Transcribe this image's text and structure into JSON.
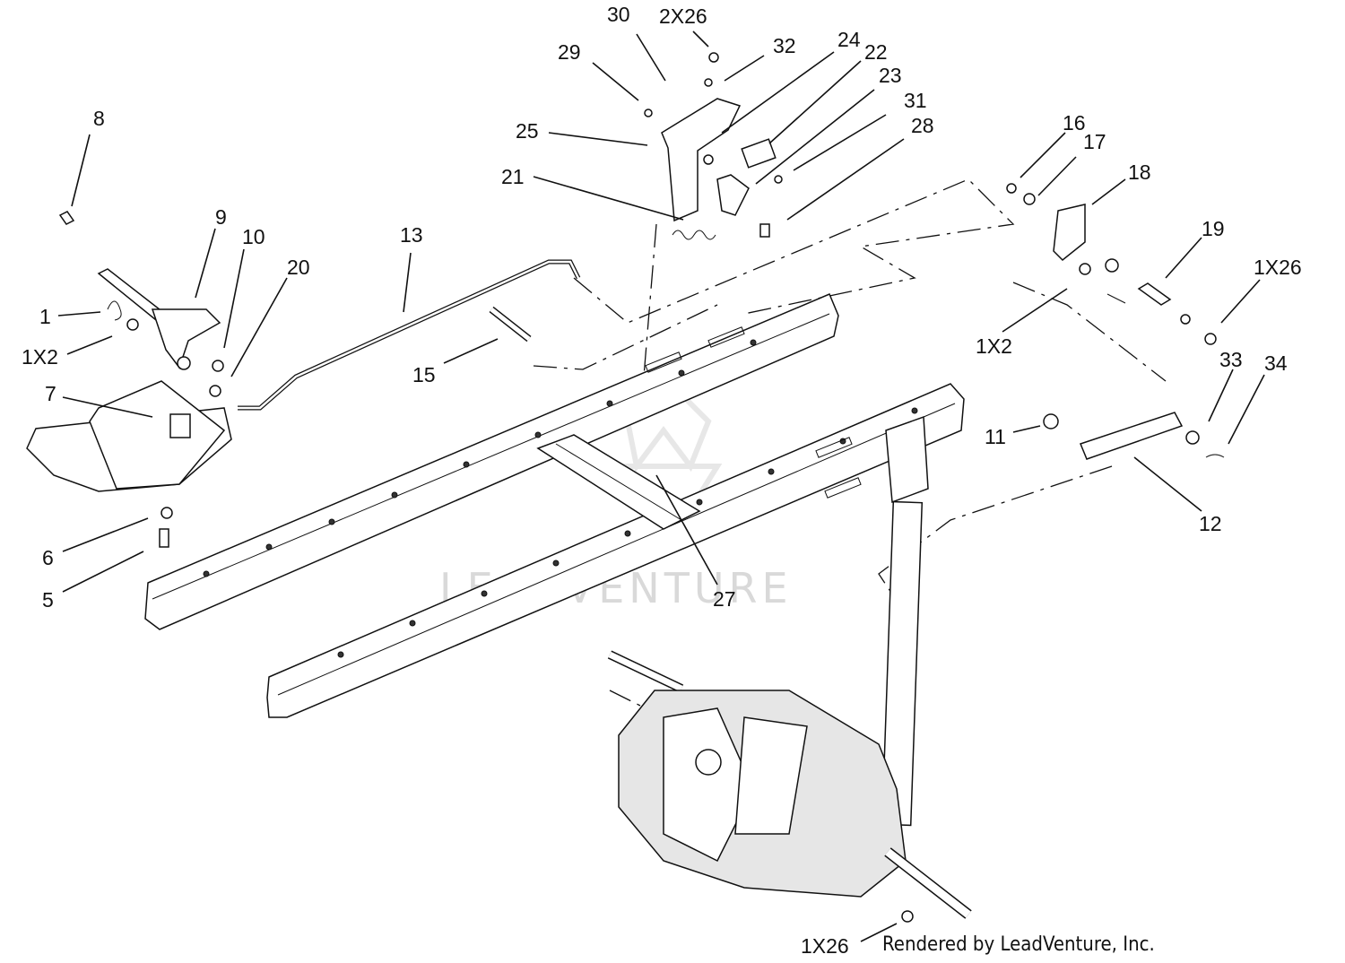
{
  "watermark": "LEADVENTURE",
  "credit": "Rendered by LeadVenture, Inc.",
  "callouts": {
    "c1": "1",
    "c1x2a": "1X2",
    "c5": "5",
    "c6": "6",
    "c7": "7",
    "c8": "8",
    "c9": "9",
    "c10": "10",
    "c11": "11",
    "c12": "12",
    "c13": "13",
    "c15": "15",
    "c16": "16",
    "c17": "17",
    "c18": "18",
    "c19": "19",
    "c1x26a": "1X26",
    "c1x2b": "1X2",
    "c20": "20",
    "c21": "21",
    "c22": "22",
    "c23": "23",
    "c24": "24",
    "c25": "25",
    "c27": "27",
    "c28": "28",
    "c29": "29",
    "c30": "30",
    "c2x26": "2X26",
    "c31": "31",
    "c32": "32",
    "c33": "33",
    "c34": "34",
    "c1x26b": "1X26"
  }
}
